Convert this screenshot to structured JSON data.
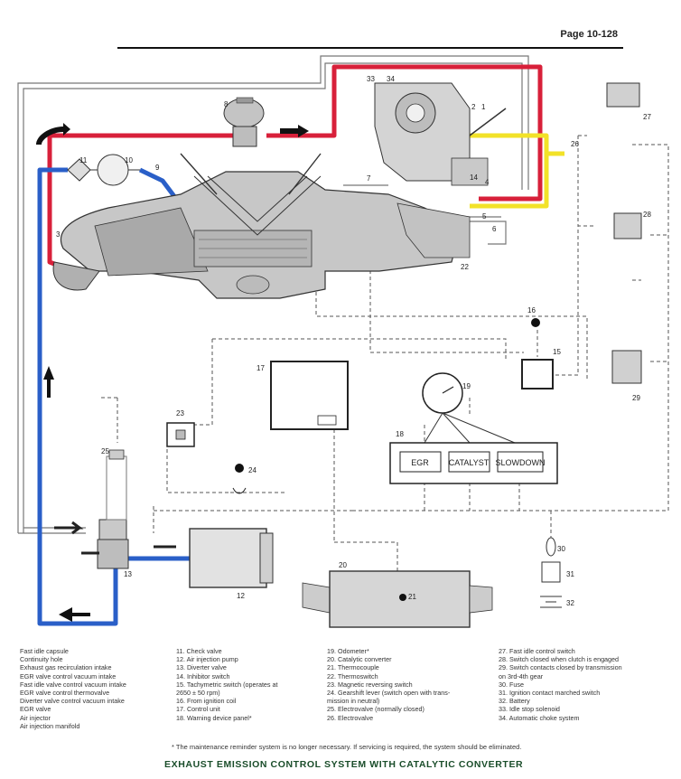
{
  "header": {
    "page_number": "Page 10-128"
  },
  "callouts": [
    "1",
    "2",
    "3",
    "4",
    "5",
    "6",
    "7",
    "8",
    "9",
    "10",
    "11",
    "12",
    "13",
    "14",
    "15",
    "16",
    "17",
    "18",
    "19",
    "20",
    "21",
    "22",
    "23",
    "24",
    "25",
    "26",
    "27",
    "28",
    "29",
    "30",
    "31",
    "32",
    "33",
    "34"
  ],
  "panel": {
    "egr": "EGR",
    "catalyst": "CATALYST",
    "slowdown": "SLOWDOWN"
  },
  "legend": {
    "col1": [
      "Fast idle capsule",
      "Continuity hole",
      "Exhaust gas recirculation intake",
      "EGR valve control vacuum intake",
      "Fast idle valve control vacuum intake",
      "EGR valve control thermovalve",
      "Diverter valve control vacuum intake",
      "EGR valve",
      "Air injector",
      "Air injection manifold"
    ],
    "col2": [
      "11. Check valve",
      "12. Air injection pump",
      "13. Diverter valve",
      "14. Inhibitor switch",
      "15. Tachymetric switch (operates at",
      "2650 ± 50 rpm)",
      "16. From ignition coil",
      "17. Control unit",
      "18. Warning device panel*"
    ],
    "col3": [
      "19. Odometer*",
      "20. Catalytic converter",
      "21. Thermocouple",
      "22. Thermoswitch",
      "23. Magnetic reversing switch",
      "24. Gearshift lever (switch open with trans-",
      "mission in neutral)",
      "25. Electrovalve (normally closed)",
      "26. Electrovalve"
    ],
    "col4": [
      "27. Fast idle control switch",
      "28. Switch closed when clutch is engaged",
      "29. Switch contacts closed by transmission",
      "on 3rd-4th gear",
      "30. Fuse",
      "31. Ignition contact marched switch",
      "32. Battery",
      "33. Idle stop solenoid",
      "34. Automatic choke system"
    ]
  },
  "footnote": "* The maintenance reminder system is no longer necessary. If servicing is required, the system should be eliminated.",
  "caption": "EXHAUST EMISSION CONTROL SYSTEM WITH CATALYTIC CONVERTER",
  "colors": {
    "red_line": "#d8203a",
    "blue_line": "#2a5fc8",
    "yellow_line": "#f2e228",
    "wire": "#555555"
  }
}
